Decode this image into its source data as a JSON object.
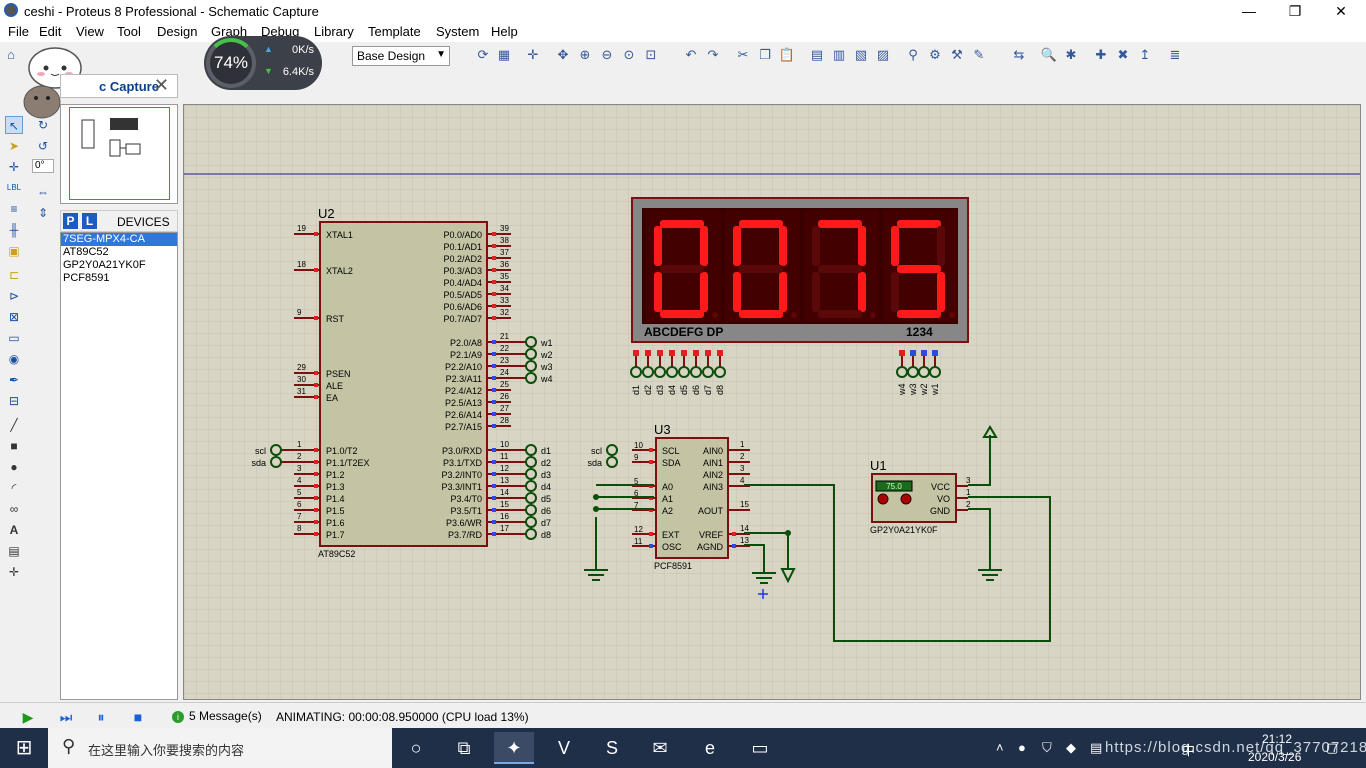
{
  "window": {
    "title": "ceshi - Proteus 8 Professional - Schematic Capture",
    "min": "—",
    "max": "❐",
    "close": "✕"
  },
  "menu": [
    "File",
    "Edit",
    "View",
    "Tool",
    "Design",
    "Graph",
    "Debug",
    "Library",
    "Template",
    "System",
    "Help"
  ],
  "speed": {
    "percent": "74%",
    "up": "0K/s",
    "down": "6.4K/s"
  },
  "toolbar": {
    "design_select": "Base Design"
  },
  "doc_tab": {
    "label": "c Capture",
    "close": "✕"
  },
  "rotation": "0°",
  "devices": {
    "p": "P",
    "l": "L",
    "title": "DEVICES",
    "items": [
      "7SEG-MPX4-CA",
      "AT89C52",
      "GP2Y0A21YK0F",
      "PCF8591"
    ],
    "selected": 0
  },
  "display": {
    "digits": "0075",
    "segments_label": "ABCDEFG DP",
    "digit_label": "1234"
  },
  "u2": {
    "ref": "U2",
    "part": "AT89C52",
    "left_pins": [
      [
        "19",
        "XTAL1"
      ],
      [
        "18",
        "XTAL2"
      ],
      [
        "9",
        "RST"
      ],
      [
        "29",
        "PSEN"
      ],
      [
        "30",
        "ALE"
      ],
      [
        "31",
        "EA"
      ],
      [
        "1",
        "P1.0/T2"
      ],
      [
        "2",
        "P1.1/T2EX"
      ],
      [
        "3",
        "P1.2"
      ],
      [
        "4",
        "P1.3"
      ],
      [
        "5",
        "P1.4"
      ],
      [
        "6",
        "P1.5"
      ],
      [
        "7",
        "P1.6"
      ],
      [
        "8",
        "P1.7"
      ]
    ],
    "right_pins": [
      [
        "39",
        "P0.0/AD0"
      ],
      [
        "38",
        "P0.1/AD1"
      ],
      [
        "37",
        "P0.2/AD2"
      ],
      [
        "36",
        "P0.3/AD3"
      ],
      [
        "35",
        "P0.4/AD4"
      ],
      [
        "34",
        "P0.5/AD5"
      ],
      [
        "33",
        "P0.6/AD6"
      ],
      [
        "32",
        "P0.7/AD7"
      ],
      [
        "21",
        "P2.0/A8"
      ],
      [
        "22",
        "P2.1/A9"
      ],
      [
        "23",
        "P2.2/A10"
      ],
      [
        "24",
        "P2.3/A11"
      ],
      [
        "25",
        "P2.4/A12"
      ],
      [
        "26",
        "P2.5/A13"
      ],
      [
        "27",
        "P2.6/A14"
      ],
      [
        "28",
        "P2.7/A15"
      ],
      [
        "10",
        "P3.0/RXD"
      ],
      [
        "11",
        "P3.1/TXD"
      ],
      [
        "12",
        "P3.2/INT0"
      ],
      [
        "13",
        "P3.3/INT1"
      ],
      [
        "14",
        "P3.4/T0"
      ],
      [
        "15",
        "P3.5/T1"
      ],
      [
        "16",
        "P3.6/WR"
      ],
      [
        "17",
        "P3.7/RD"
      ]
    ],
    "w_terms": [
      "w1",
      "w2",
      "w3",
      "w4"
    ],
    "d_terms": [
      "d1",
      "d2",
      "d3",
      "d4",
      "d5",
      "d6",
      "d7",
      "d8"
    ],
    "i2c_terms": [
      "scl",
      "sda"
    ]
  },
  "u3": {
    "ref": "U3",
    "part": "PCF8591",
    "left_pins": [
      [
        "10",
        "SCL"
      ],
      [
        "9",
        "SDA"
      ],
      [
        "5",
        "A0"
      ],
      [
        "6",
        "A1"
      ],
      [
        "7",
        "A2"
      ],
      [
        "12",
        "EXT"
      ],
      [
        "11",
        "OSC"
      ]
    ],
    "right_pins": [
      [
        "1",
        "AIN0"
      ],
      [
        "2",
        "AIN1"
      ],
      [
        "3",
        "AIN2"
      ],
      [
        "4",
        "AIN3"
      ],
      [
        "15",
        "AOUT"
      ],
      [
        "14",
        "VREF"
      ],
      [
        "13",
        "AGND"
      ]
    ],
    "i2c_terms": [
      "scl",
      "sda"
    ]
  },
  "u1": {
    "ref": "U1",
    "part": "GP2Y0A21YK0F",
    "reading": "75.0",
    "pins": [
      [
        "3",
        "VCC"
      ],
      [
        "1",
        "VO"
      ],
      [
        "2",
        "GND"
      ]
    ]
  },
  "status": {
    "messages": "5 Message(s)",
    "info_icon": "i",
    "animation": "ANIMATING: 00:00:08.950000 (CPU load 13%)"
  },
  "taskbar": {
    "search_placeholder": "在这里输入你要搜索的内容",
    "time": "21:12",
    "date": "2020/3/26",
    "lang": "中",
    "watermark": "https://blog.csdn.net/qq_37707218"
  }
}
